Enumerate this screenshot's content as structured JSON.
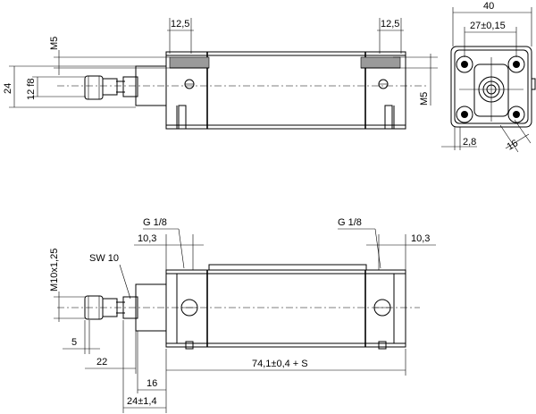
{
  "dimensions": {
    "side_top_left": "12,5",
    "side_top_right": "12,5",
    "m5_left": "M5",
    "m5_right": "M5",
    "height_24": "24",
    "rod_12f8": "12 f8",
    "end_width_40": "40",
    "hole_pitch": "27±0,15",
    "offset_2_8": "2,8",
    "flat_16": "16",
    "port_left": "G 1/8",
    "port_right": "G 1/8",
    "port_dist_left": "10,3",
    "port_dist_right": "10,3",
    "thread_m10": "M10x1,25",
    "wrench_sw10": "SW 10",
    "dim_5": "5",
    "dim_22": "22",
    "dim_16": "16",
    "dim_24": "24±1,4",
    "body_length": "74,1±0,4 + S"
  }
}
